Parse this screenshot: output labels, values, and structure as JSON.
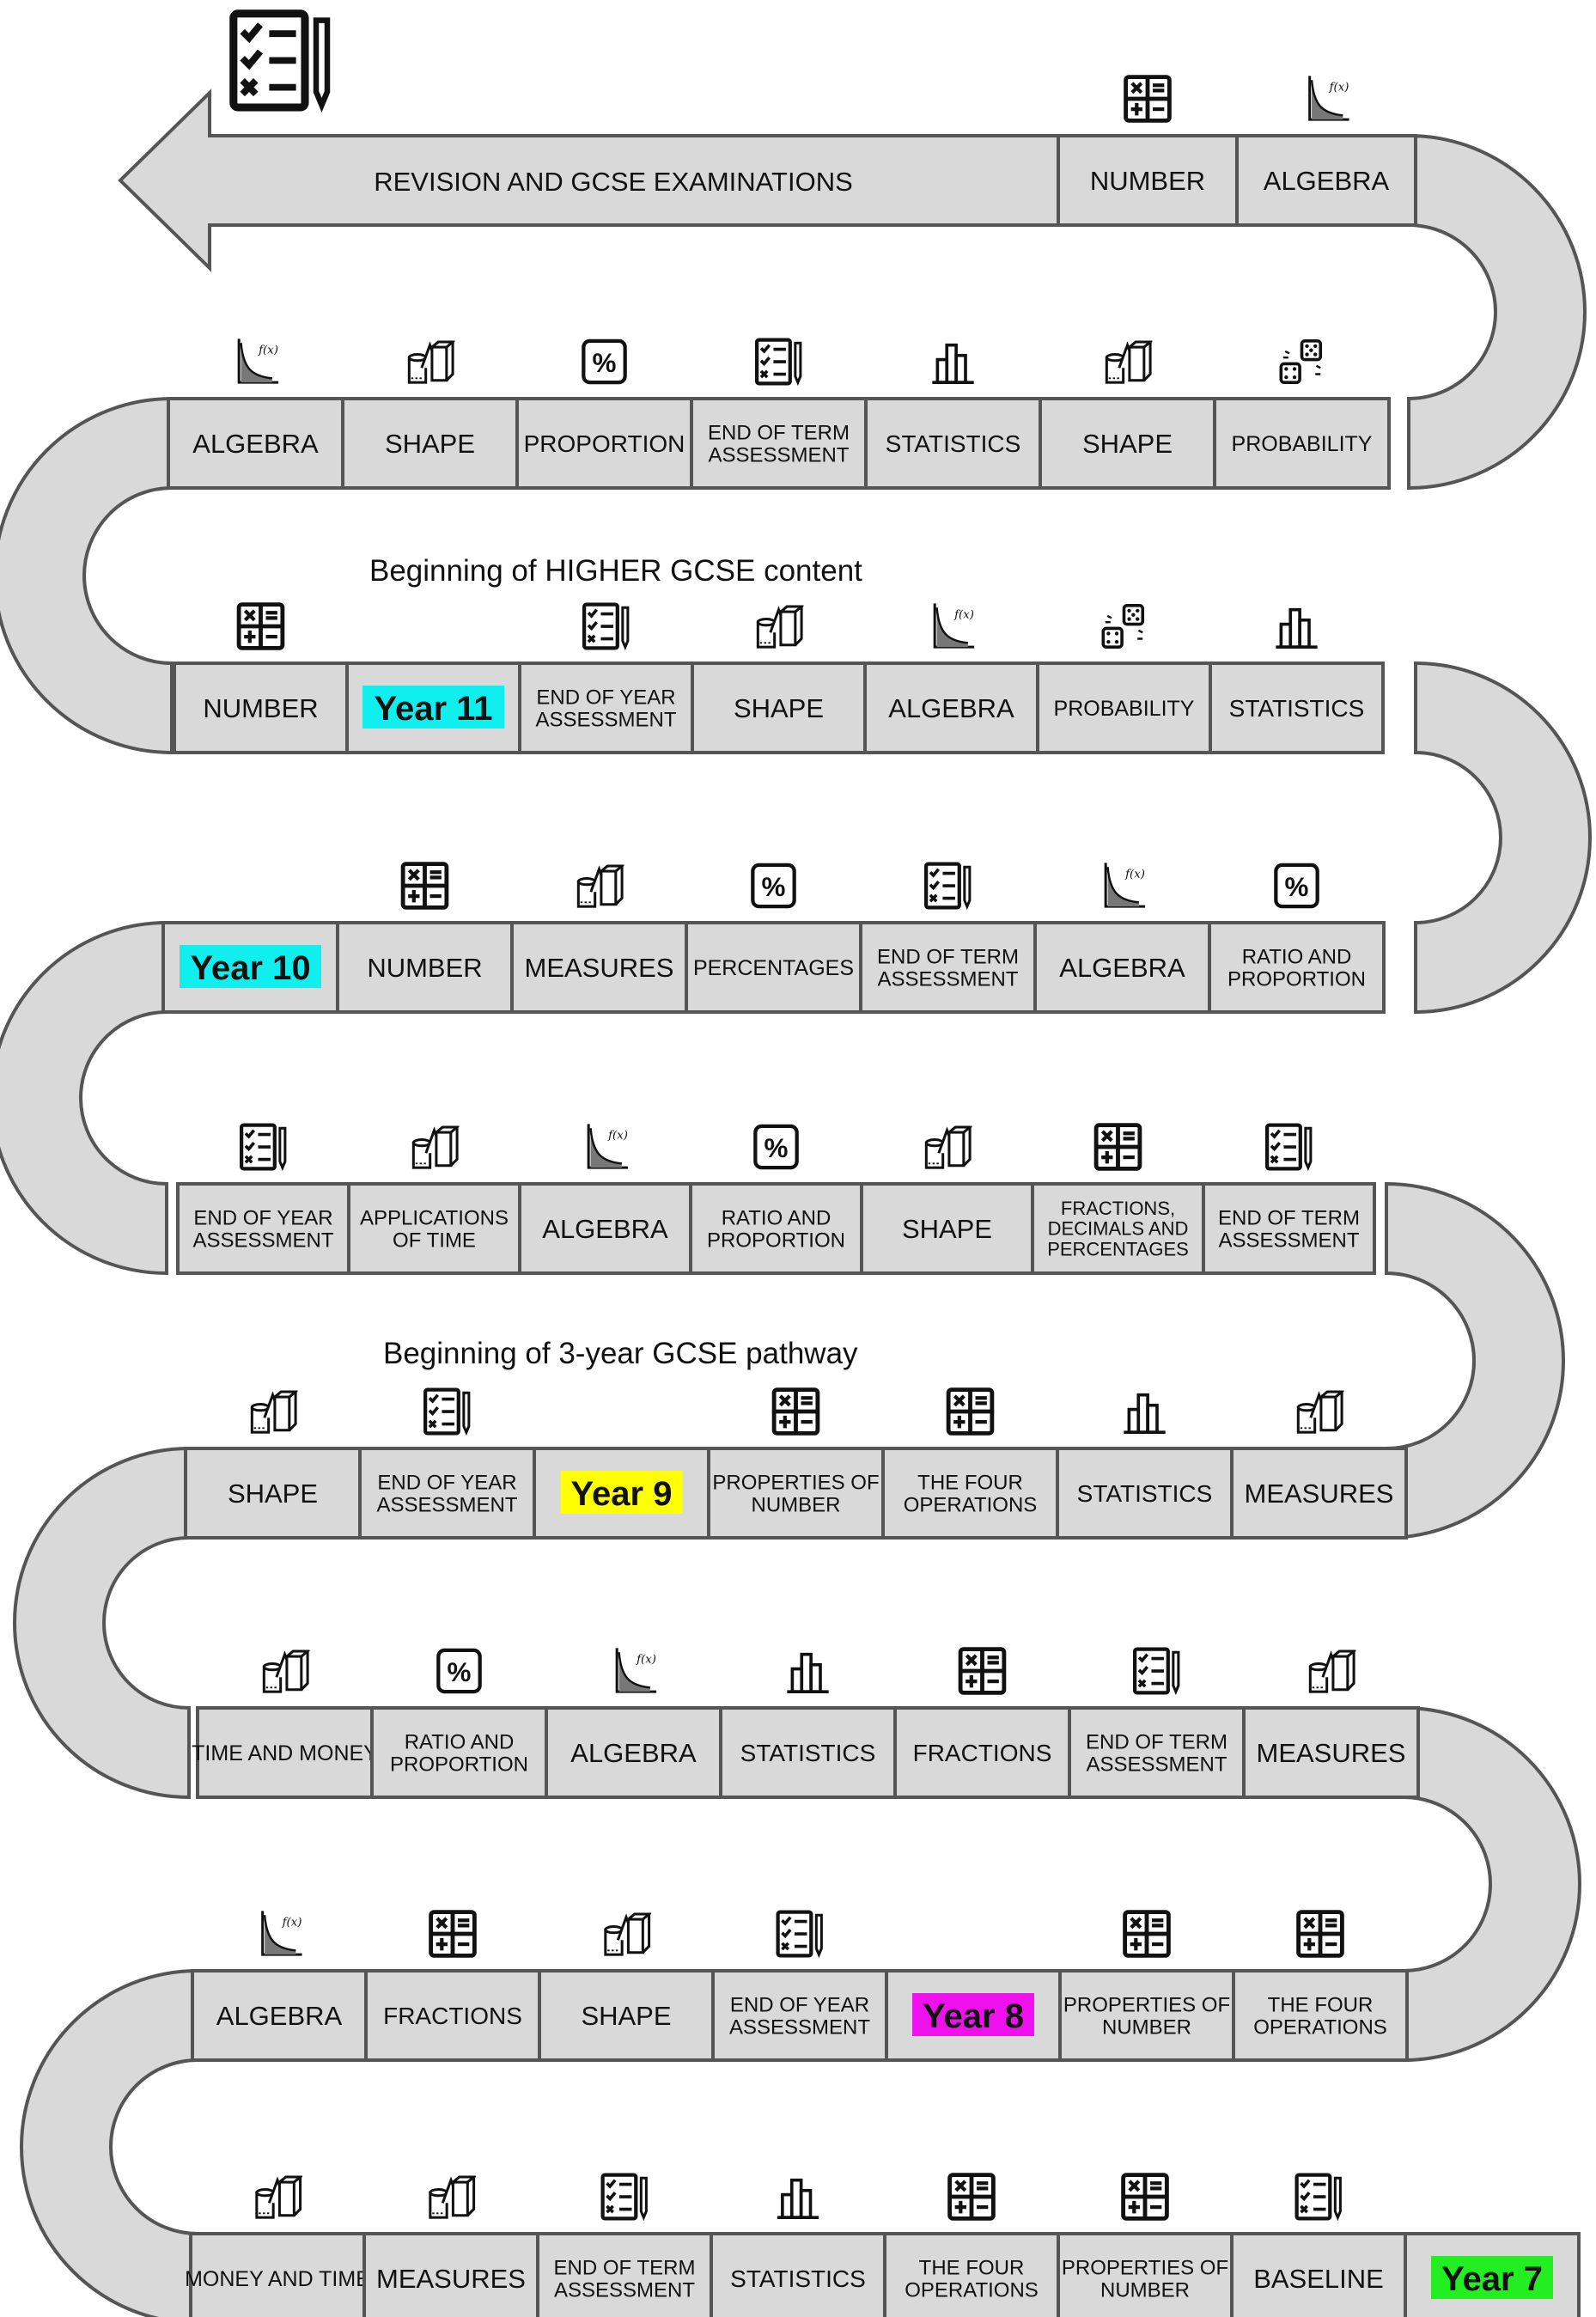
{
  "final_label": "REVISION AND GCSE EXAMINATIONS",
  "notes": {
    "higher": "Beginning of HIGHER GCSE content",
    "three_year": "Beginning of 3-year GCSE pathway"
  },
  "highlight_colors": {
    "year7": "#22ee22",
    "year8": "#ee11ee",
    "year9": "#ffff00",
    "year10": "#11eeee",
    "year11": "#11eeee"
  },
  "rows": [
    {
      "row": "top",
      "cells": [
        {
          "text": "NUMBER",
          "icon": "calculator-icon"
        },
        {
          "text": "ALGEBRA",
          "icon": "function-graph-icon"
        }
      ]
    },
    {
      "row": "year11-b",
      "cells": [
        {
          "text": "ALGEBRA",
          "icon": "function-graph-icon"
        },
        {
          "text": "SHAPE",
          "icon": "shapes-icon"
        },
        {
          "text": "PROPORTION",
          "icon": "percent-icon"
        },
        {
          "text": "END OF TERM ASSESSMENT",
          "icon": "checklist-icon"
        },
        {
          "text": "STATISTICS",
          "icon": "bar-chart-icon"
        },
        {
          "text": "SHAPE",
          "icon": "shapes-icon"
        },
        {
          "text": "PROBABILITY",
          "icon": "dice-icon"
        }
      ]
    },
    {
      "row": "year11-a",
      "cells": [
        {
          "text": "NUMBER",
          "icon": "calculator-icon"
        },
        {
          "text": "Year 11",
          "year": "year11"
        },
        {
          "text": "END OF YEAR ASSESSMENT",
          "icon": "checklist-icon"
        },
        {
          "text": "SHAPE",
          "icon": "shapes-icon"
        },
        {
          "text": "ALGEBRA",
          "icon": "function-graph-icon"
        },
        {
          "text": "PROBABILITY",
          "icon": "dice-icon"
        },
        {
          "text": "STATISTICS",
          "icon": "bar-chart-icon"
        }
      ]
    },
    {
      "row": "year10-a",
      "cells": [
        {
          "text": "Year 10",
          "year": "year10"
        },
        {
          "text": "NUMBER",
          "icon": "calculator-icon"
        },
        {
          "text": "MEASURES",
          "icon": "shapes-icon"
        },
        {
          "text": "PERCENTAGES",
          "icon": "percent-icon"
        },
        {
          "text": "END OF TERM ASSESSMENT",
          "icon": "checklist-icon"
        },
        {
          "text": "ALGEBRA",
          "icon": "function-graph-icon"
        },
        {
          "text": "RATIO AND PROPORTION",
          "icon": "percent-icon"
        }
      ]
    },
    {
      "row": "year10-b",
      "cells": [
        {
          "text": "END OF YEAR ASSESSMENT",
          "icon": "checklist-icon"
        },
        {
          "text": "APPLICATIONS OF TIME",
          "icon": "shapes-icon"
        },
        {
          "text": "ALGEBRA",
          "icon": "function-graph-icon"
        },
        {
          "text": "RATIO AND PROPORTION",
          "icon": "percent-icon"
        },
        {
          "text": "SHAPE",
          "icon": "shapes-icon"
        },
        {
          "text": "FRACTIONS, DECIMALS AND PERCENTAGES",
          "icon": "calculator-icon"
        },
        {
          "text": "END OF TERM ASSESSMENT",
          "icon": "checklist-icon"
        }
      ]
    },
    {
      "row": "year9-a",
      "cells": [
        {
          "text": "SHAPE",
          "icon": "shapes-icon"
        },
        {
          "text": "END OF YEAR ASSESSMENT",
          "icon": "checklist-icon"
        },
        {
          "text": "Year 9",
          "year": "year9"
        },
        {
          "text": "PROPERTIES OF NUMBER",
          "icon": "calculator-icon"
        },
        {
          "text": "THE FOUR OPERATIONS",
          "icon": "calculator-icon"
        },
        {
          "text": "STATISTICS",
          "icon": "bar-chart-icon"
        },
        {
          "text": "MEASURES",
          "icon": "shapes-icon"
        }
      ]
    },
    {
      "row": "year8-b",
      "cells": [
        {
          "text": "TIME AND MONEY",
          "icon": "shapes-icon"
        },
        {
          "text": "RATIO AND PROPORTION",
          "icon": "percent-icon"
        },
        {
          "text": "ALGEBRA",
          "icon": "function-graph-icon"
        },
        {
          "text": "STATISTICS",
          "icon": "bar-chart-icon"
        },
        {
          "text": "FRACTIONS",
          "icon": "calculator-icon"
        },
        {
          "text": "END OF TERM ASSESSMENT",
          "icon": "checklist-icon"
        },
        {
          "text": "MEASURES",
          "icon": "shapes-icon"
        }
      ]
    },
    {
      "row": "year8-a",
      "cells": [
        {
          "text": "ALGEBRA",
          "icon": "function-graph-icon"
        },
        {
          "text": "FRACTIONS",
          "icon": "calculator-icon"
        },
        {
          "text": "SHAPE",
          "icon": "shapes-icon"
        },
        {
          "text": "END OF YEAR ASSESSMENT",
          "icon": "checklist-icon"
        },
        {
          "text": "Year 8",
          "year": "year8"
        },
        {
          "text": "PROPERTIES OF NUMBER",
          "icon": "calculator-icon"
        },
        {
          "text": "THE FOUR OPERATIONS",
          "icon": "calculator-icon"
        }
      ]
    },
    {
      "row": "year7",
      "cells": [
        {
          "text": "MONEY AND TIME",
          "icon": "shapes-icon"
        },
        {
          "text": "MEASURES",
          "icon": "shapes-icon"
        },
        {
          "text": "END OF TERM ASSESSMENT",
          "icon": "checklist-icon"
        },
        {
          "text": "STATISTICS",
          "icon": "bar-chart-icon"
        },
        {
          "text": "THE FOUR OPERATIONS",
          "icon": "calculator-icon"
        },
        {
          "text": "PROPERTIES OF NUMBER",
          "icon": "calculator-icon"
        },
        {
          "text": "BASELINE",
          "icon": "checklist-icon"
        },
        {
          "text": "Year 7",
          "year": "year7"
        }
      ]
    }
  ]
}
